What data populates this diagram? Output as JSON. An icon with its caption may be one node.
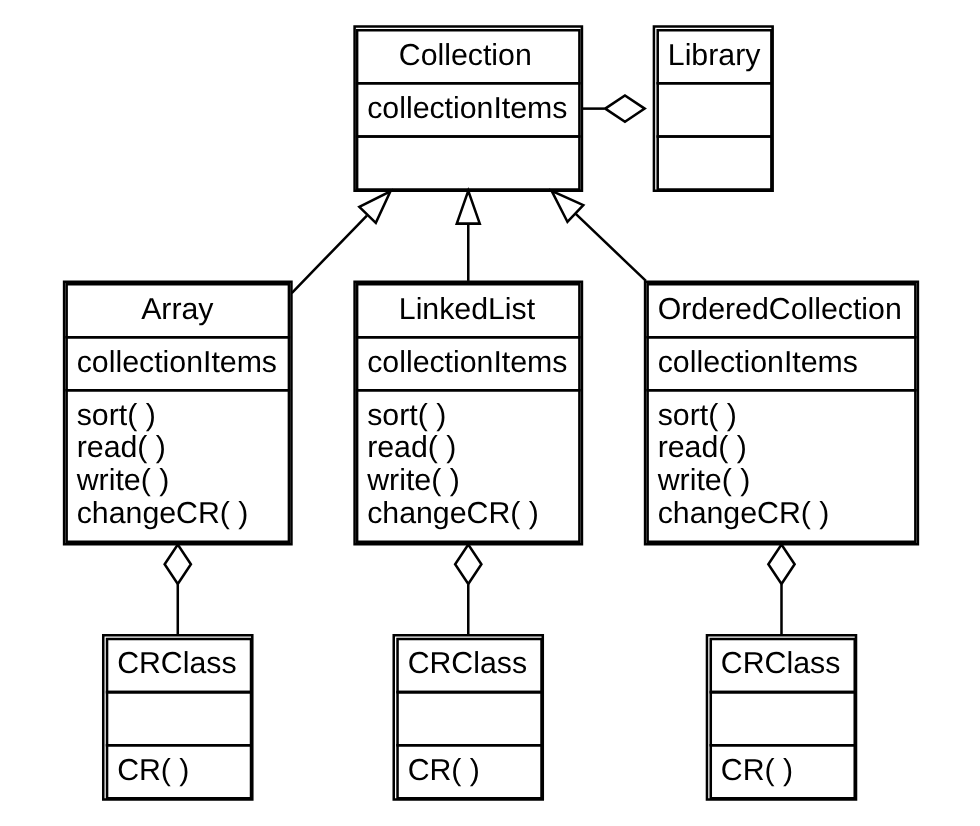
{
  "diagram": {
    "nodes": [
      {
        "text": [
          "Library"
        ]
      },
      {
        "text": [
          "Collection",
          "collectionItems"
        ]
      },
      {
        "text": [
          "Array",
          "collectionItems",
          "sort( ) read( ) write( ) changeCR( )"
        ]
      },
      {
        "text": [
          "LinkedList",
          "collectionItems",
          "sort( ) read( ) write( ) changeCR( )"
        ]
      },
      {
        "text": [
          "OrderedCollection",
          "collectionItems",
          "sort( ) read( ) write( ) changeCR( )"
        ]
      },
      {
        "text": [
          "CRClass",
          "CR( )"
        ]
      },
      {
        "text": [
          "CRClass",
          "CR( )"
        ]
      },
      {
        "text": [
          "CRClass",
          "CR( )"
        ]
      }
    ],
    "edges": [
      {
        "from": 1,
        "to": 0,
        "arrow": "other"
      },
      {
        "from": 2,
        "to": 1,
        "arrow": "to"
      },
      {
        "from": 3,
        "to": 1,
        "arrow": "to"
      },
      {
        "from": 4,
        "to": 1,
        "arrow": "to"
      },
      {
        "from": 5,
        "to": 2,
        "arrow": "other"
      },
      {
        "from": 6,
        "to": 3,
        "arrow": "other"
      },
      {
        "from": 7,
        "to": 4,
        "arrow": "other"
      }
    ]
  }
}
